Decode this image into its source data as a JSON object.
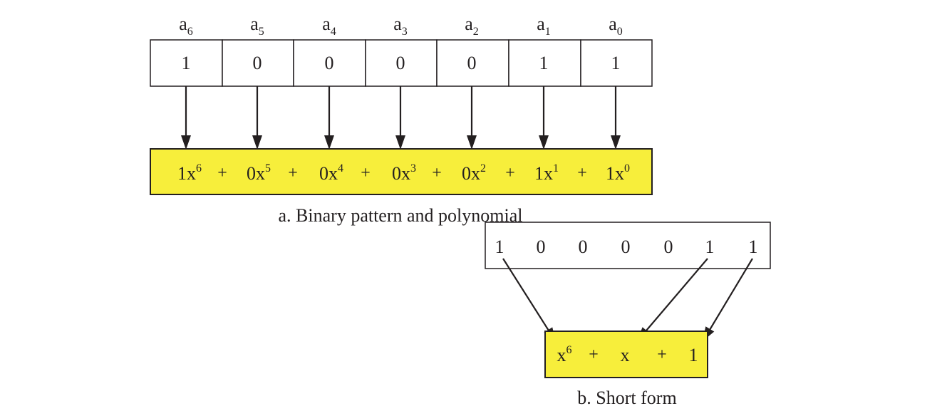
{
  "colors": {
    "highlight": "#f7ee3b",
    "ink": "#231f20"
  },
  "part_a": {
    "bit_labels": [
      {
        "base": "a",
        "sub": "6"
      },
      {
        "base": "a",
        "sub": "5"
      },
      {
        "base": "a",
        "sub": "4"
      },
      {
        "base": "a",
        "sub": "3"
      },
      {
        "base": "a",
        "sub": "2"
      },
      {
        "base": "a",
        "sub": "1"
      },
      {
        "base": "a",
        "sub": "0"
      }
    ],
    "bits": [
      "1",
      "0",
      "0",
      "0",
      "0",
      "1",
      "1"
    ],
    "terms": [
      {
        "coef": "1x",
        "exp": "6"
      },
      {
        "coef": "0x",
        "exp": "5"
      },
      {
        "coef": "0x",
        "exp": "4"
      },
      {
        "coef": "0x",
        "exp": "3"
      },
      {
        "coef": "0x",
        "exp": "2"
      },
      {
        "coef": "1x",
        "exp": "1"
      },
      {
        "coef": "1x",
        "exp": "0"
      }
    ],
    "plus": "+",
    "caption": "a. Binary pattern and polynomial"
  },
  "part_b": {
    "bits": [
      "1",
      "0",
      "0",
      "0",
      "0",
      "1",
      "1"
    ],
    "terms": [
      {
        "base": "x",
        "exp": "6"
      },
      {
        "base": "x",
        "exp": ""
      },
      {
        "base": "1",
        "exp": ""
      }
    ],
    "plus": "+",
    "caption": "b. Short form"
  }
}
